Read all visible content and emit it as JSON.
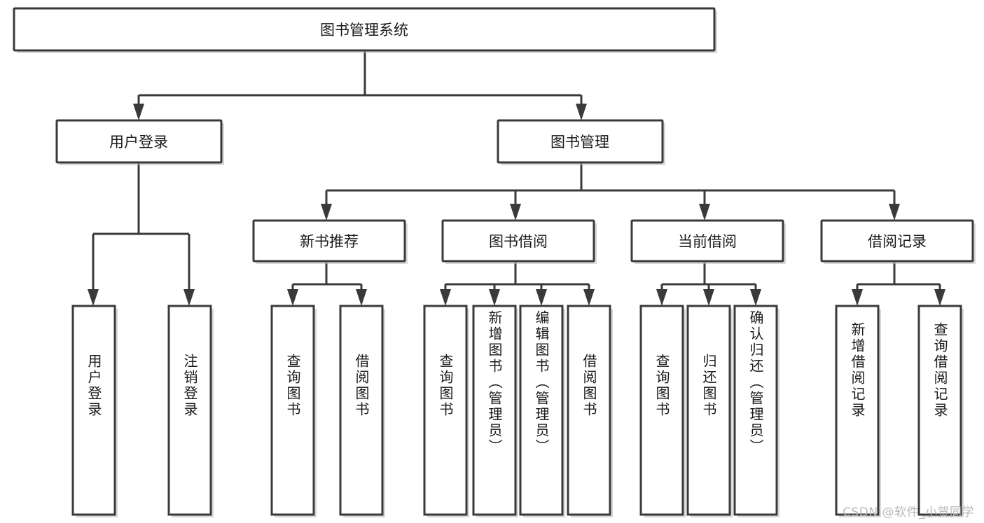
{
  "diagram": {
    "type": "tree-hierarchy-chart",
    "title_node": {
      "label": "图书管理系统"
    },
    "level2": [
      {
        "id": "user-login",
        "label": "用户登录"
      },
      {
        "id": "book-management",
        "label": "图书管理"
      }
    ],
    "level3": [
      {
        "id": "new-book-recommend",
        "label": "新书推荐"
      },
      {
        "id": "book-borrow",
        "label": "图书借阅"
      },
      {
        "id": "current-borrow",
        "label": "当前借阅"
      },
      {
        "id": "borrow-record",
        "label": "借阅记录"
      }
    ],
    "leaves": [
      {
        "id": "leaf-user-login",
        "label": "用户登录",
        "parent": "user-login"
      },
      {
        "id": "leaf-logout-login",
        "label": "注销登录",
        "parent": "user-login"
      },
      {
        "id": "leaf-query-book-1",
        "label": "查询图书",
        "parent": "new-book-recommend"
      },
      {
        "id": "leaf-borrow-book-1",
        "label": "借阅图书",
        "parent": "new-book-recommend"
      },
      {
        "id": "leaf-query-book-2",
        "label": "查询图书",
        "parent": "book-borrow"
      },
      {
        "id": "leaf-add-book",
        "label": "新增图书（管理员）",
        "parent": "book-borrow"
      },
      {
        "id": "leaf-edit-book",
        "label": "编辑图书（管理员）",
        "parent": "book-borrow"
      },
      {
        "id": "leaf-borrow-book-2",
        "label": "借阅图书",
        "parent": "book-borrow"
      },
      {
        "id": "leaf-query-book-3",
        "label": "查询图书",
        "parent": "current-borrow"
      },
      {
        "id": "leaf-return-book",
        "label": "归还图书",
        "parent": "current-borrow"
      },
      {
        "id": "leaf-confirm-return",
        "label": "确认归还（管理员）",
        "parent": "current-borrow"
      },
      {
        "id": "leaf-add-record",
        "label": "新增借阅记录",
        "parent": "borrow-record"
      },
      {
        "id": "leaf-query-record",
        "label": "查询借阅记录",
        "parent": "borrow-record"
      }
    ],
    "colors": {
      "box_stroke": "#3a3a3a",
      "box_fill": "#ffffff",
      "connector": "#3a3a3a",
      "text": "#1a1a1a",
      "background": "#ffffff",
      "watermark": "#b9b9b9"
    }
  },
  "watermark": {
    "text": "CSDN @软件_小贺同学"
  }
}
